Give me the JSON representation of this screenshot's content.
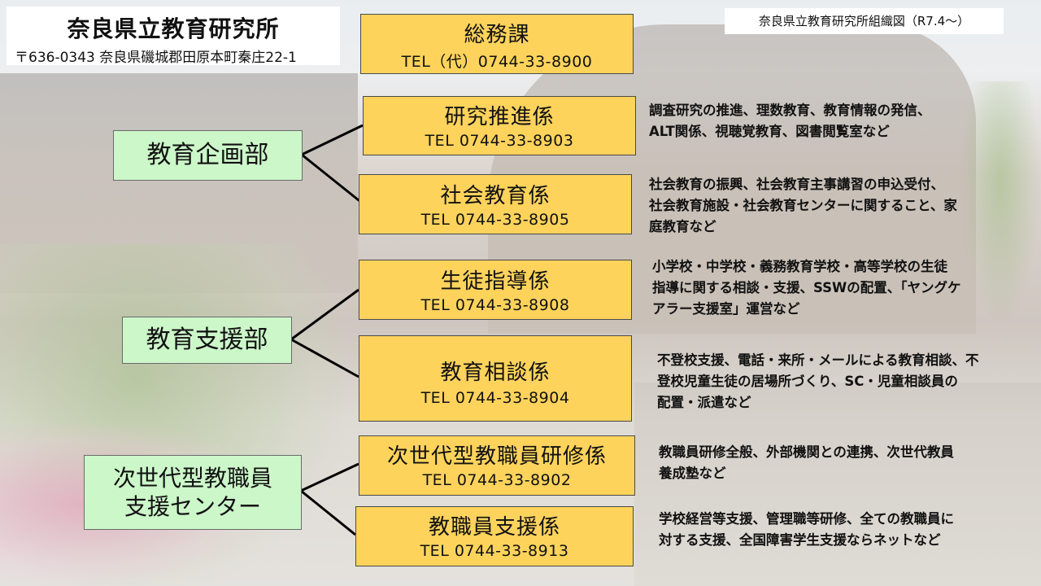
{
  "header": {
    "title": "奈良県立教育研究所",
    "address": "〒636-0343 奈良県磯城郡田原本町秦庄22-1",
    "org_chart_caption": "奈良県立教育研究所組織図（R7.4～）"
  },
  "general_affairs": {
    "name": "総務課",
    "tel": "TEL（代）0744-33-8900"
  },
  "departments": [
    {
      "name_lines": [
        "教育企画部"
      ],
      "units": [
        {
          "name": "研究推進係",
          "tel": "TEL 0744-33-8903",
          "desc_lines": [
            "調査研究の推進、理数教育、教育情報の発信、",
            "ALT関係、視聴覚教育、図書閲覧室など"
          ]
        },
        {
          "name": "社会教育係",
          "tel": "TEL 0744-33-8905",
          "desc_lines": [
            "社会教育の振興、社会教育主事講習の申込受付、",
            "社会教育施設・社会教育センターに関すること、家",
            "庭教育など"
          ]
        }
      ]
    },
    {
      "name_lines": [
        "教育支援部"
      ],
      "units": [
        {
          "name": "生徒指導係",
          "tel": "TEL 0744-33-8908",
          "desc_lines": [
            "小学校・中学校・義務教育学校・高等学校の生徒",
            "指導に関する相談・支援、SSWの配置、「ヤングケ",
            "アラー支援室」運営など"
          ]
        },
        {
          "name": "教育相談係",
          "tel": "TEL 0744-33-8904",
          "desc_lines": [
            "不登校支援、電話・来所・メールによる教育相談、不",
            "登校児童生徒の居場所づくり、SC・児童相談員の",
            "配置・派遣など"
          ]
        }
      ]
    },
    {
      "name_lines": [
        "次世代型教職員",
        "支援センター"
      ],
      "units": [
        {
          "name": "次世代型教職員研修係",
          "tel": "TEL 0744-33-8902",
          "desc_lines": [
            "教職員研修全般、外部機関との連携、次世代教員",
            "養成塾など"
          ]
        },
        {
          "name": "教職員支援係",
          "tel": "TEL 0744-33-8913",
          "desc_lines": [
            "学校経営等支援、管理職等研修、全ての教職員に",
            "対する支援、全国障害学生支援ならネットなど"
          ]
        }
      ]
    }
  ],
  "colors": {
    "department_fill": "#ccf7c9",
    "unit_fill": "#fdd35c"
  }
}
